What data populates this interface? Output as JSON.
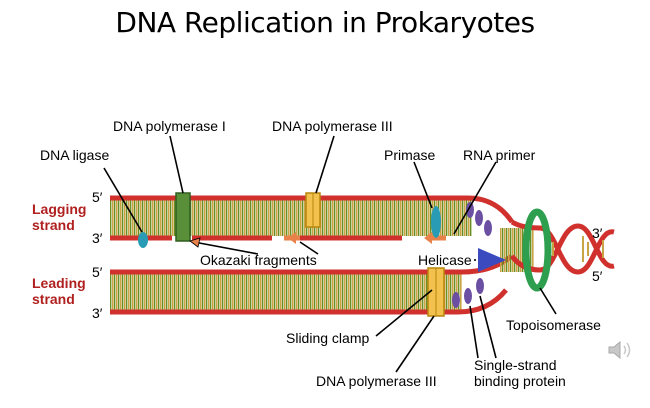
{
  "slide": {
    "title": "DNA Replication in Prokaryotes"
  },
  "diagram": {
    "strand_labels": {
      "lagging": [
        "Lagging",
        "strand"
      ],
      "leading": [
        "Leading",
        "strand"
      ]
    },
    "ends": {
      "five_prime": "5′",
      "three_prime": "3′"
    },
    "callouts": {
      "dna_polymerase_1": "DNA polymerase I",
      "dna_polymerase_3_top": "DNA polymerase III",
      "dna_ligase": "DNA ligase",
      "primase": "Primase",
      "rna_primer": "RNA primer",
      "okazaki": "Okazaki fragments",
      "helicase": "Helicase",
      "sliding_clamp": "Sliding clamp",
      "topoisomerase": "Topoisomerase",
      "dna_polymerase_3_bottom": "DNA polymerase III",
      "ssb": [
        "Single-strand",
        "binding protein"
      ]
    },
    "colors": {
      "backbone_red": "#d0312d",
      "base_tan": "#c9a445",
      "base_green": "#6b8e23",
      "label_red": "#b0201f",
      "ligase_teal": "#2a9bb5",
      "pol1_green": "#5a8f3a",
      "pol3_yellow": "#f2c14e",
      "rna_orange": "#e8824a",
      "helicase_blue": "#3b4bbf",
      "ssb_purple": "#6a4fa3",
      "topo_green": "#2e9e4f"
    }
  },
  "icons": {
    "speaker": "speaker-icon"
  }
}
